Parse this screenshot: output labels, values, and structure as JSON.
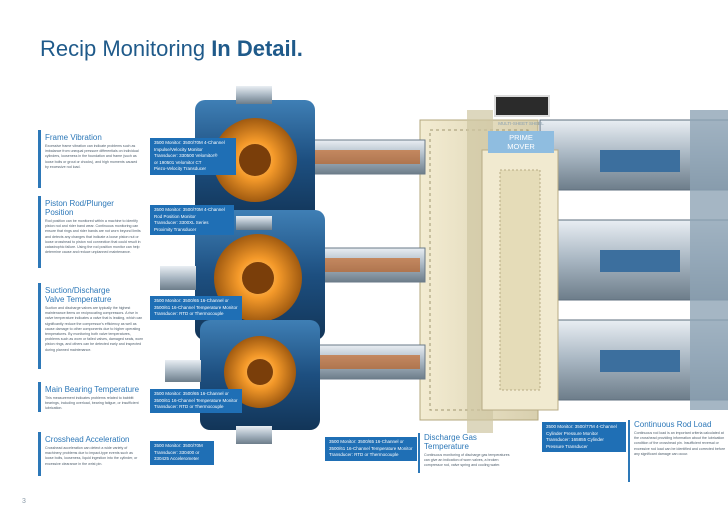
{
  "title": {
    "regular": "Recip Monitoring ",
    "bold": "In Detail."
  },
  "page_number": "3",
  "prime_mover": {
    "logo": "",
    "subtitle": "MULTI-SHEET SHEEL",
    "label_line1": "PRIME",
    "label_line2": "MOVER"
  },
  "panels": {
    "frame_vibration": {
      "title": "Frame Vibration",
      "body": "Excessive frame vibration can indicate problems such as imbalance from unequal pressure differentials on individual cylinders, looseness in the foundation and frame (such as loose bolts or grout or chocks), and high moments caused by excessive rod load.",
      "tag": [
        "3500 Monitor: 3500/70M 4-Channel",
        "Impulse/Velocity Monitor",
        "Transducer: 330500 Velomitor®",
        "or 190501 Velomitor CT",
        "Piezo-Velocity Transducer"
      ]
    },
    "piston_rod": {
      "title": "Piston Rod/Plunger Position",
      "body": "Rod position can be monitored within a machine to identify piston rod and rider band wear. Continuous monitoring can ensure that rings and rider bands are not worn beyond limits and detects any changes that indicate a loose piston nut or loose crosshead to piston rod connection that could result in catastrophic failure. Using the rod position monitor can help determine cause and reduce unplanned maintenance.",
      "tag": [
        "3500 Monitor: 3500/70M 4-Channel",
        "Rod Position Monitor",
        "Transducer: 3300XL Series",
        "Proximity Transducer"
      ]
    },
    "suction_discharge": {
      "title": "Suction/Discharge",
      "title2": "Valve Temperature",
      "body": "Suction and discharge valves are typically the highest maintenance items on reciprocating compressors. A rise in valve temperature indicates a valve that is leaking, which can significantly reduce the compressor's efficiency as well as cause damage to other components due to higher operating temperatures. By monitoring both valve temperatures, problems such as worn or failed valves, damaged seals, worn piston rings, and others can be detected early and inspected during planned maintenance.",
      "tag": [
        "3500 Monitor: 3500/65 16-Channel or",
        "3500/61 16-Channel Temperature Monitor",
        "Transducer: RTD or Thermocouple"
      ]
    },
    "main_bearing": {
      "title": "Main Bearing Temperature",
      "body": "This measurement indicates problems related to babbitt bearings, including overload, bearing fatigue, or insufficient lubrication.",
      "tag": [
        "3500 Monitor: 3500/65 16-Channel or",
        "3500/61 16-Channel Temperature Monitor",
        "Transducer: RTD or Thermocouple"
      ]
    },
    "crosshead": {
      "title": "Crosshead Acceleration",
      "body": "Crosshead acceleration can detect a wide variety of machinery problems due to impact-type events such as loose bolts, looseness, liquid ingestion into the cylinder, or excessive clearance in the wrist pin.",
      "tag": [
        "3500 Monitor: 3500/70M",
        "Transducer: 330400 or",
        "330425 Accelerometer"
      ]
    },
    "discharge_gas": {
      "title": "Discharge Gas Temperature",
      "body": "Continuous monitoring of discharge gas temperatures can give an indication of worn valves, a broken compressor rod, valve spring and cooling water.",
      "tag": [
        "3500 Monitor: 3500/65 16-Channel or",
        "3500/61 16-Channel Temperature Monitor",
        "Transducer: RTD or Thermocouple"
      ]
    },
    "continuous_rod": {
      "title": "Continuous Rod Load",
      "body": "Continuous rod load is an important criteria calculated at the crosshead providing information about the lubrication condition of the crosshead pin. Insufficient reversal or excessive rod load can be identified and corrected before any significant damage can occur.",
      "tag": [
        "3500 Monitor: 3500/77M 4-Channel",
        "Cylinder Pressure Monitor",
        "Transducer: 165855 Cylinder",
        "Pressure Transducer"
      ]
    }
  }
}
